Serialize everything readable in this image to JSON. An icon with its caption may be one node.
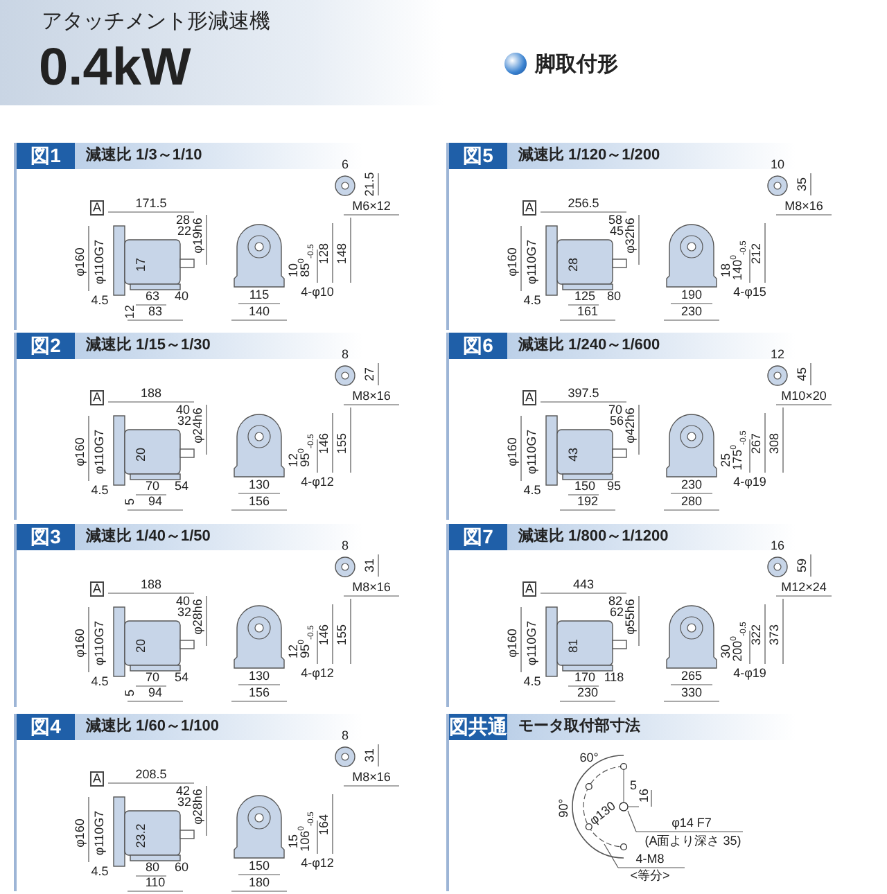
{
  "diagram": {
    "nodes": [
      {
        "text": [
          "アタッチメント形減速機",
          "0.4kW"
        ]
      },
      {
        "text": [
          "図1",
          "減速比 1/3～1/10"
        ]
      },
      {
        "text": [
          "図5",
          "減速比 1/120～1/200"
        ]
      },
      {
        "text": [
          "図2",
          "減速比 1/15～1/30"
        ]
      },
      {
        "text": [
          "図6",
          "減速比 1/240～1/600"
        ]
      },
      {
        "text": [
          "図3",
          "減速比 1/40～1/50"
        ]
      },
      {
        "text": [
          "図7",
          "減速比 1/800～1/1200"
        ]
      },
      {
        "text": [
          "図4",
          "減速比 1/60～1/100"
        ]
      },
      {
        "text": [
          "図共通",
          "モータ取付部寸法"
        ]
      }
    ],
    "edges": [],
    "labels": [
      "脚取付形",
      "A",
      "171.5",
      "28",
      "22",
      "φ19h6",
      "φ160",
      "φ110G7",
      "17",
      "12",
      "4.5",
      "63",
      "40",
      "83",
      "6",
      "21.5",
      "M6×12",
      "10",
      "85$^{0}$$_{-0.5}$",
      "128",
      "148",
      "115",
      "4-φ10",
      "140",
      "A",
      "256.5",
      "58",
      "45",
      "φ32h6",
      "φ160",
      "φ110G7",
      "28",
      "4.5",
      "125",
      "80",
      "161",
      "10",
      "35",
      "M8×16",
      "18",
      "140$^{0}$$_{-0.5}$",
      "212",
      "190",
      "4-φ15",
      "230",
      "A",
      "188",
      "40",
      "32",
      "φ24h6",
      "φ160",
      "φ110G7",
      "20",
      "5",
      "4.5",
      "70",
      "54",
      "94",
      "8",
      "27",
      "M8×16",
      "12",
      "95$^{0}$$_{-0.5}$",
      "146",
      "155",
      "130",
      "4-φ12",
      "156",
      "A",
      "397.5",
      "70",
      "56",
      "φ42h6",
      "φ160",
      "φ110G7",
      "43",
      "4.5",
      "150",
      "95",
      "192",
      "12",
      "45",
      "M10×20",
      "25",
      "175$^{0}$$_{-0.5}$",
      "267",
      "308",
      "230",
      "4-φ19",
      "280",
      "A",
      "188",
      "40",
      "32",
      "φ28h6",
      "φ160",
      "φ110G7",
      "20",
      "5",
      "4.5",
      "70",
      "54",
      "94",
      "8",
      "31",
      "M8×16",
      "12",
      "95$^{0}$$_{-0.5}$",
      "146",
      "155",
      "130",
      "4-φ12",
      "156",
      "A",
      "443",
      "82",
      "62",
      "φ55h6",
      "φ160",
      "φ110G7",
      "81",
      "4.5",
      "170",
      "118",
      "230",
      "16",
      "59",
      "M12×24",
      "30",
      "200$^{0}$$_{-0.5}$",
      "322",
      "373",
      "265",
      "4-φ19",
      "330",
      "A",
      "208.5",
      "42",
      "32",
      "φ28h6",
      "φ160",
      "φ110G7",
      "23.2",
      "4.5",
      "80",
      "60",
      "110",
      "8",
      "31",
      "M8×16",
      "15",
      "106$^{0}$$_{-0.5}$",
      "164",
      "150",
      "4-φ12",
      "180",
      "60°",
      "90°",
      "5",
      "16",
      "φ130",
      "φ14 F7",
      "(A面より深さ 35)",
      "4-M8",
      "<等分>"
    ]
  }
}
